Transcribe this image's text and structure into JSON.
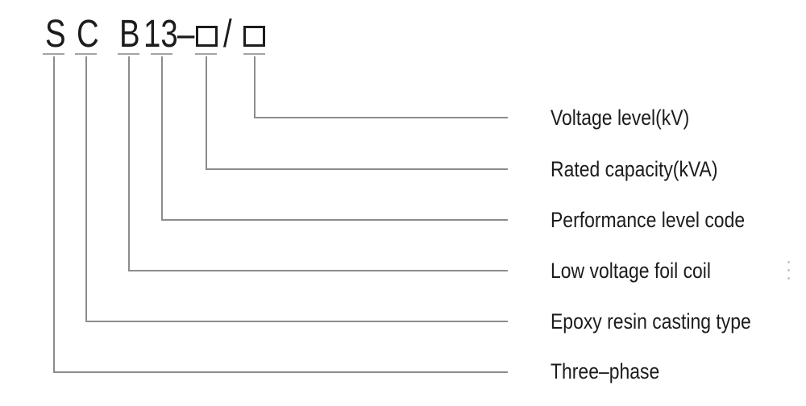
{
  "code": {
    "char_1": "S",
    "char_2": "C",
    "char_3": "B",
    "char_4": "13",
    "separator_dash": "–",
    "separator_slash": "/"
  },
  "labels": {
    "voltage_level": "Voltage level(kV)",
    "rated_capacity": "Rated capacity(kVA)",
    "performance_level": "Performance level code",
    "low_voltage_foil": "Low voltage foil coil",
    "epoxy_resin": "Epoxy resin casting type",
    "three_phase": "Three–phase"
  },
  "mapping": [
    {
      "code_part": "S",
      "meaning": "Three–phase"
    },
    {
      "code_part": "C",
      "meaning": "Epoxy resin casting type"
    },
    {
      "code_part": "B",
      "meaning": "Low voltage foil coil"
    },
    {
      "code_part": "13",
      "meaning": "Performance level code"
    },
    {
      "code_part": "first □",
      "meaning": "Rated capacity(kVA)"
    },
    {
      "code_part": "second □",
      "meaning": "Voltage level(kV)"
    }
  ],
  "colors": {
    "background": "#ffffff",
    "text": "#1c1c1c",
    "connector_line": "#8c8c8c",
    "tick_mark": "#a3a3a3"
  }
}
